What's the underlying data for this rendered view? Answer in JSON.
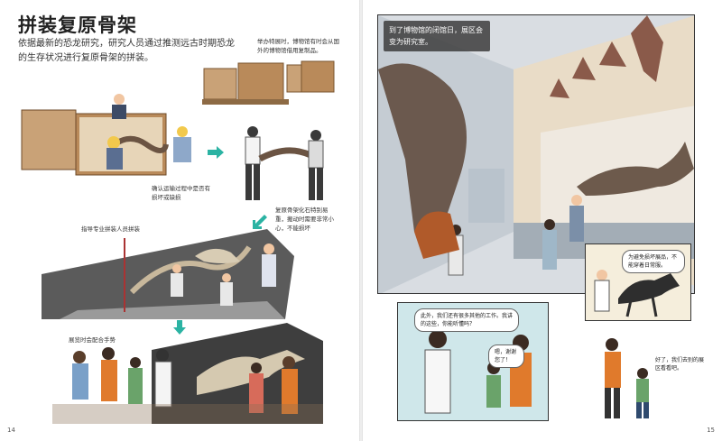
{
  "left_page": {
    "title": "拼装复原骨架",
    "intro": "依据最新的恐龙研究，研究人员通过推测远古时期恐龙的生存状况进行复原骨架的拼装。",
    "captions": {
      "special_exhibit": "举办特展时，博物馆有时会从国外的博物馆借用复制品。",
      "inspect": "确认运输过程中是否有损坏或缺损",
      "fragile": "复原骨架化石特别易重，搬动时需要非常小心，不能损坏",
      "guide": "指导专业拼装人员拼装",
      "help": "展览时会配合手势"
    },
    "page_number": "14"
  },
  "right_page": {
    "sign_text": "到了博物馆的闭馆日，展区会变为研究室。",
    "bubbles": {
      "replica": "为避免损坏展品，不能穿着日常服。",
      "other_work": "此外，我们还有很多其他的工作。我讲的这些，你能听懂吗？",
      "kid": "嗯，谢谢您了！",
      "next": "好了，我们去别的展区看看吧。"
    },
    "page_number": "15"
  },
  "colors": {
    "accent_arrow": "#2bb3a3",
    "panel_blue": "#cfe7ea",
    "crate": "#b98a5a",
    "sign_bg": "#3c3c3c"
  }
}
